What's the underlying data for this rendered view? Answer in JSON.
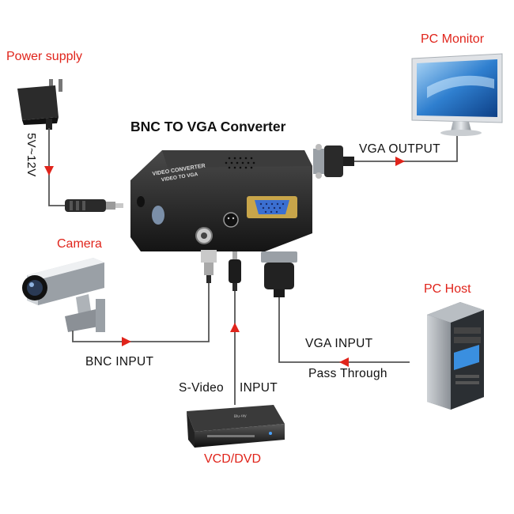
{
  "title": "BNC TO VGA Converter",
  "device": {
    "label_line1": "VIDEO CONVERTER",
    "label_line2": "VIDEO TO VGA"
  },
  "labels": {
    "power_supply": "Power supply",
    "voltage": "5V~12V",
    "pc_monitor": "PC Monitor",
    "vga_output": "VGA OUTPUT",
    "camera": "Camera",
    "bnc_input": "BNC INPUT",
    "pc_host": "PC Host",
    "vga_input": "VGA INPUT",
    "pass_through": "Pass Through",
    "s_video": "S-Video",
    "input": "INPUT",
    "vcd_dvd": "VCD/DVD"
  },
  "colors": {
    "label_red": "#e0241b",
    "arrow_red": "#e0241b",
    "line_gray": "#555555",
    "device_body": "#2a2a2a",
    "monitor_screen": "#2f7fcf",
    "vga_blue": "#3b6fd1"
  },
  "icons": [
    "power-adapter-icon",
    "monitor-icon",
    "camera-icon",
    "pc-tower-icon",
    "dvd-player-icon",
    "converter-box-icon"
  ]
}
